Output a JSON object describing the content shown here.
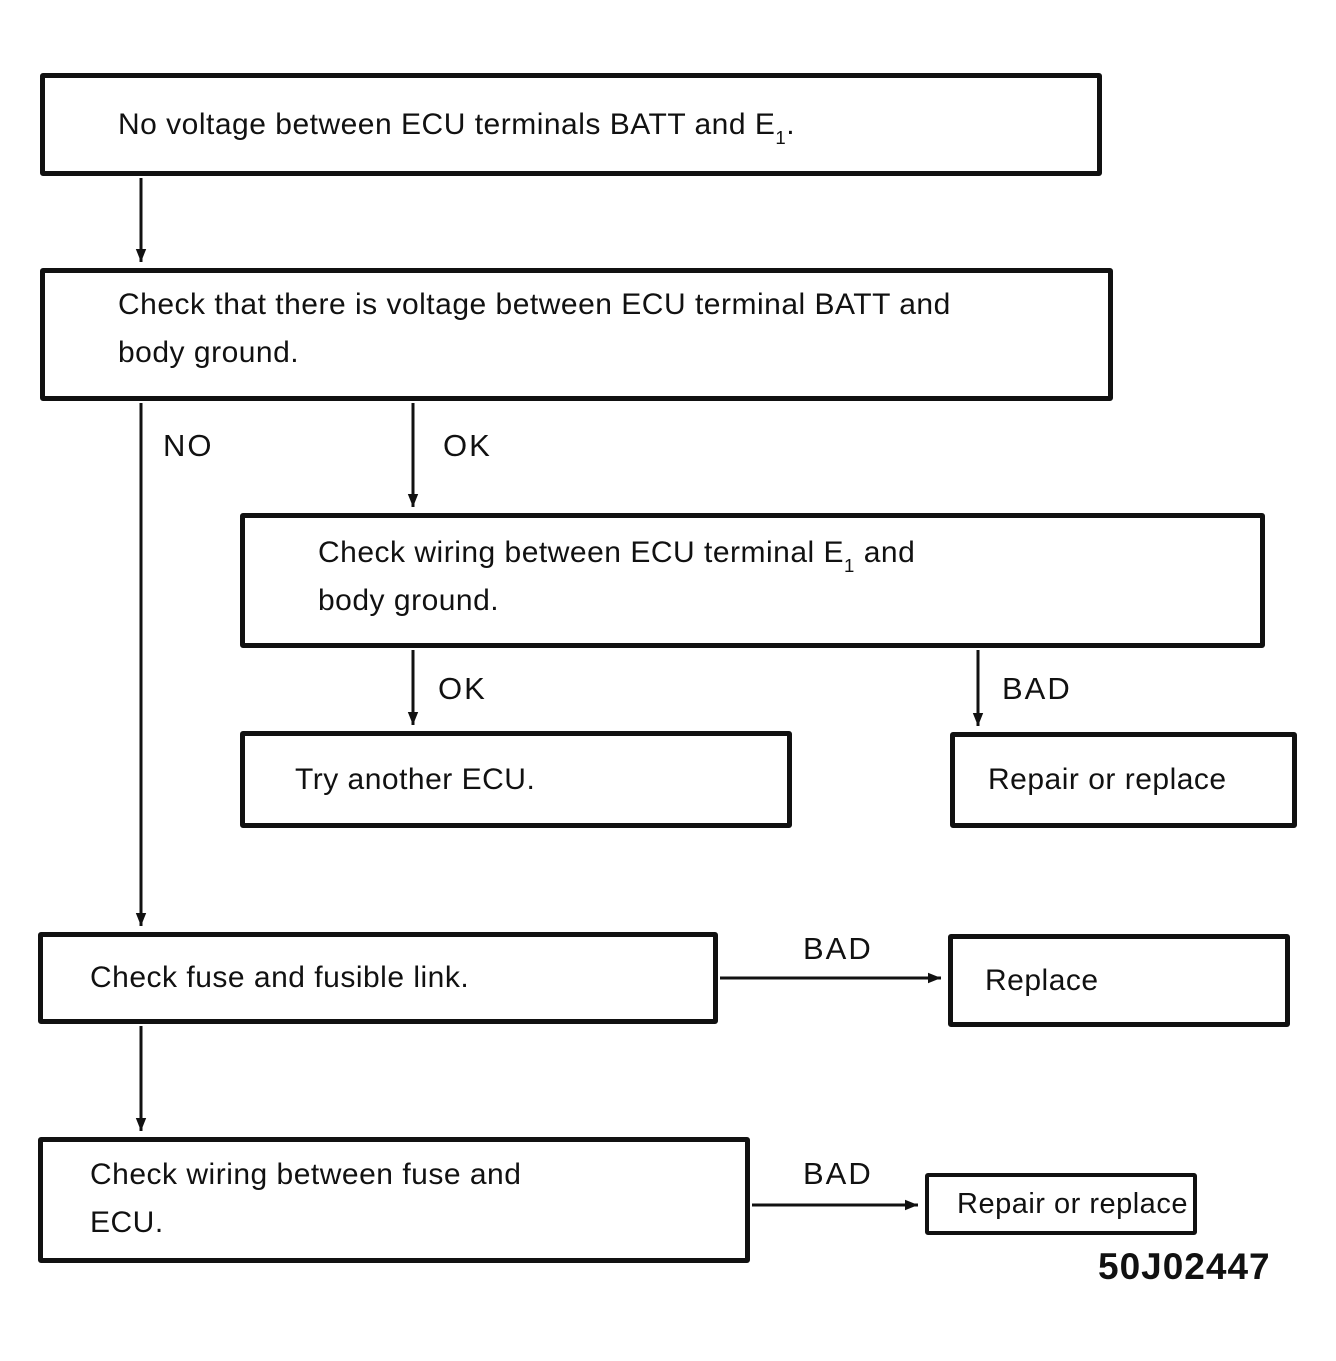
{
  "diagram": {
    "figure_code": "50J02447",
    "colors": {
      "ink": "#111111",
      "paper": "#ffffff"
    },
    "nodes": {
      "start": {
        "pre": "No voltage between ECU terminals BATT and E",
        "sub": "1",
        "post": "."
      },
      "check_batt_ground": {
        "line1": "Check that there is voltage between ECU terminal BATT and",
        "line2": "body ground."
      },
      "check_wiring_e1": {
        "pre": "Check wiring between ECU terminal E",
        "sub": "1",
        "post": " and",
        "line2": "body ground."
      },
      "try_another_ecu": {
        "text": "Try another ECU."
      },
      "repair_or_replace_1": {
        "text": "Repair or replace"
      },
      "check_fuse": {
        "text": "Check fuse and fusible link."
      },
      "replace": {
        "text": "Replace"
      },
      "check_wiring_fuse": {
        "line1": "Check wiring between fuse and",
        "line2": "ECU."
      },
      "repair_or_replace_2": {
        "text": "Repair or replace"
      }
    },
    "branch_labels": {
      "no": "NO",
      "ok_1": "OK",
      "ok_2": "OK",
      "bad_1": "BAD",
      "bad_2": "BAD",
      "bad_3": "BAD"
    }
  }
}
